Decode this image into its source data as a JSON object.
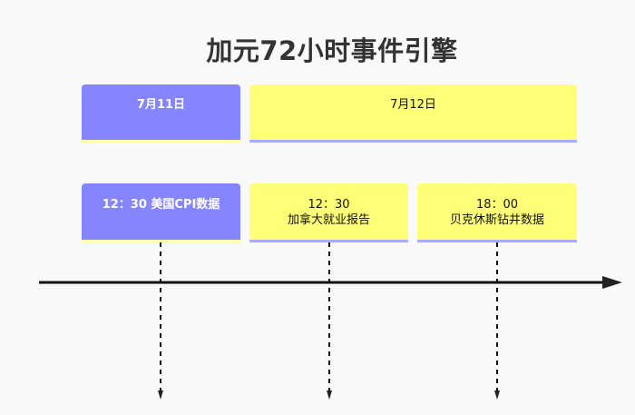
{
  "title": "加元72小时事件引擎",
  "colors": {
    "blue_box": "#8585ff",
    "yellow_box": "#ffff77",
    "axis": "#111111",
    "background": "#f9f9f9"
  },
  "dates": [
    {
      "label": "7月11日",
      "style": "blue"
    },
    {
      "label": "7月12日",
      "style": "yellow"
    }
  ],
  "events": [
    {
      "time": "12：30",
      "name": "美国CPI数据",
      "combined": "12：30 美国CPI数据",
      "style": "blue"
    },
    {
      "time": "12：30",
      "name": "加拿大就业报告",
      "style": "yellow"
    },
    {
      "time": "18：00",
      "name": "贝克休斯钻井数据",
      "style": "yellow"
    }
  ],
  "timeline": {
    "direction": "right"
  }
}
